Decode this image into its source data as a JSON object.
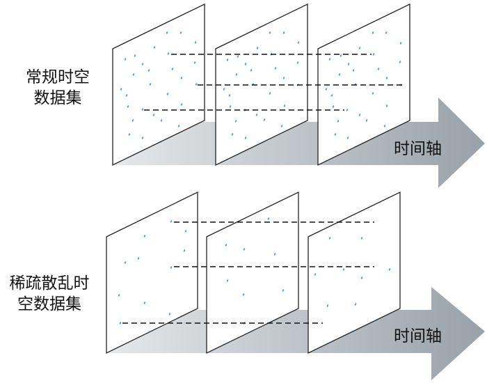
{
  "diagram": {
    "title": "Regular vs sparse-scattered spatiotemporal datasets along a time axis",
    "sections": [
      {
        "id": "regular",
        "label_lines": [
          "常规时空",
          "数据集"
        ],
        "axis_label": "时间轴",
        "frames": 3,
        "trajectory_lines": 3,
        "density": "dense"
      },
      {
        "id": "sparse",
        "label_lines": [
          "稀疏散乱时",
          "空数据集"
        ],
        "axis_label": "时间轴",
        "frames": 3,
        "trajectory_lines": 3,
        "density": "sparse"
      }
    ],
    "colors": {
      "point": "#4da6e0",
      "frame_stroke": "#222222",
      "dash_line": "#111111",
      "arrow_light": "#e6e8ea",
      "arrow_dark": "#98a1a9"
    }
  }
}
